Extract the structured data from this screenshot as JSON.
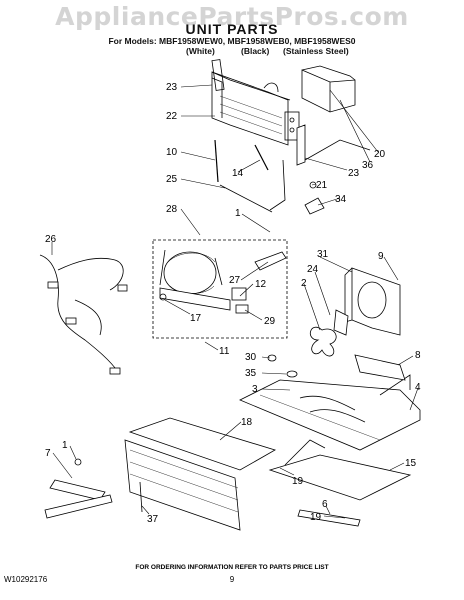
{
  "watermark": "AppliancePartsPros.com",
  "header": {
    "title": "UNIT PARTS",
    "models": "For Models: MBF1958WEW0, MBF1958WEB0, MBF1958WES0",
    "color_white": "(White)",
    "color_black": "(Black)",
    "color_steel": "(Stainless Steel)"
  },
  "callouts": [
    "23",
    "22",
    "10",
    "25",
    "14",
    "21",
    "34",
    "23",
    "36",
    "20",
    "28",
    "1",
    "26",
    "31",
    "9",
    "24",
    "2",
    "27",
    "12",
    "17",
    "29",
    "11",
    "30",
    "35",
    "3",
    "8",
    "4",
    "18",
    "1",
    "7",
    "19",
    "15",
    "37",
    "6",
    "19"
  ],
  "footer": {
    "note": "FOR ORDERING INFORMATION REFER TO PARTS PRICE LIST",
    "page_number": "9",
    "document_id": "W10292176"
  }
}
